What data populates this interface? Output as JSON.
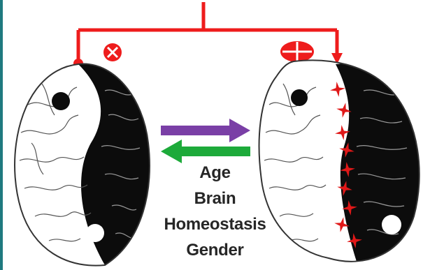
{
  "diagram": {
    "factors": [
      "Age",
      "Brain",
      "Homeostasis",
      "Gender"
    ],
    "colors": {
      "signal": "#ee1c1c",
      "forward_arrow": "#7a3fa6",
      "reverse_arrow": "#1daa3a",
      "marker": "#e01818",
      "brain_dark": "#0c0c0c",
      "brain_light": "#ffffff",
      "frame": "#1f7a80"
    },
    "icons": {
      "inhibit": "circle-x-icon",
      "activate": "circle-plus-icon",
      "damage_marker": "red-star-icon"
    }
  }
}
